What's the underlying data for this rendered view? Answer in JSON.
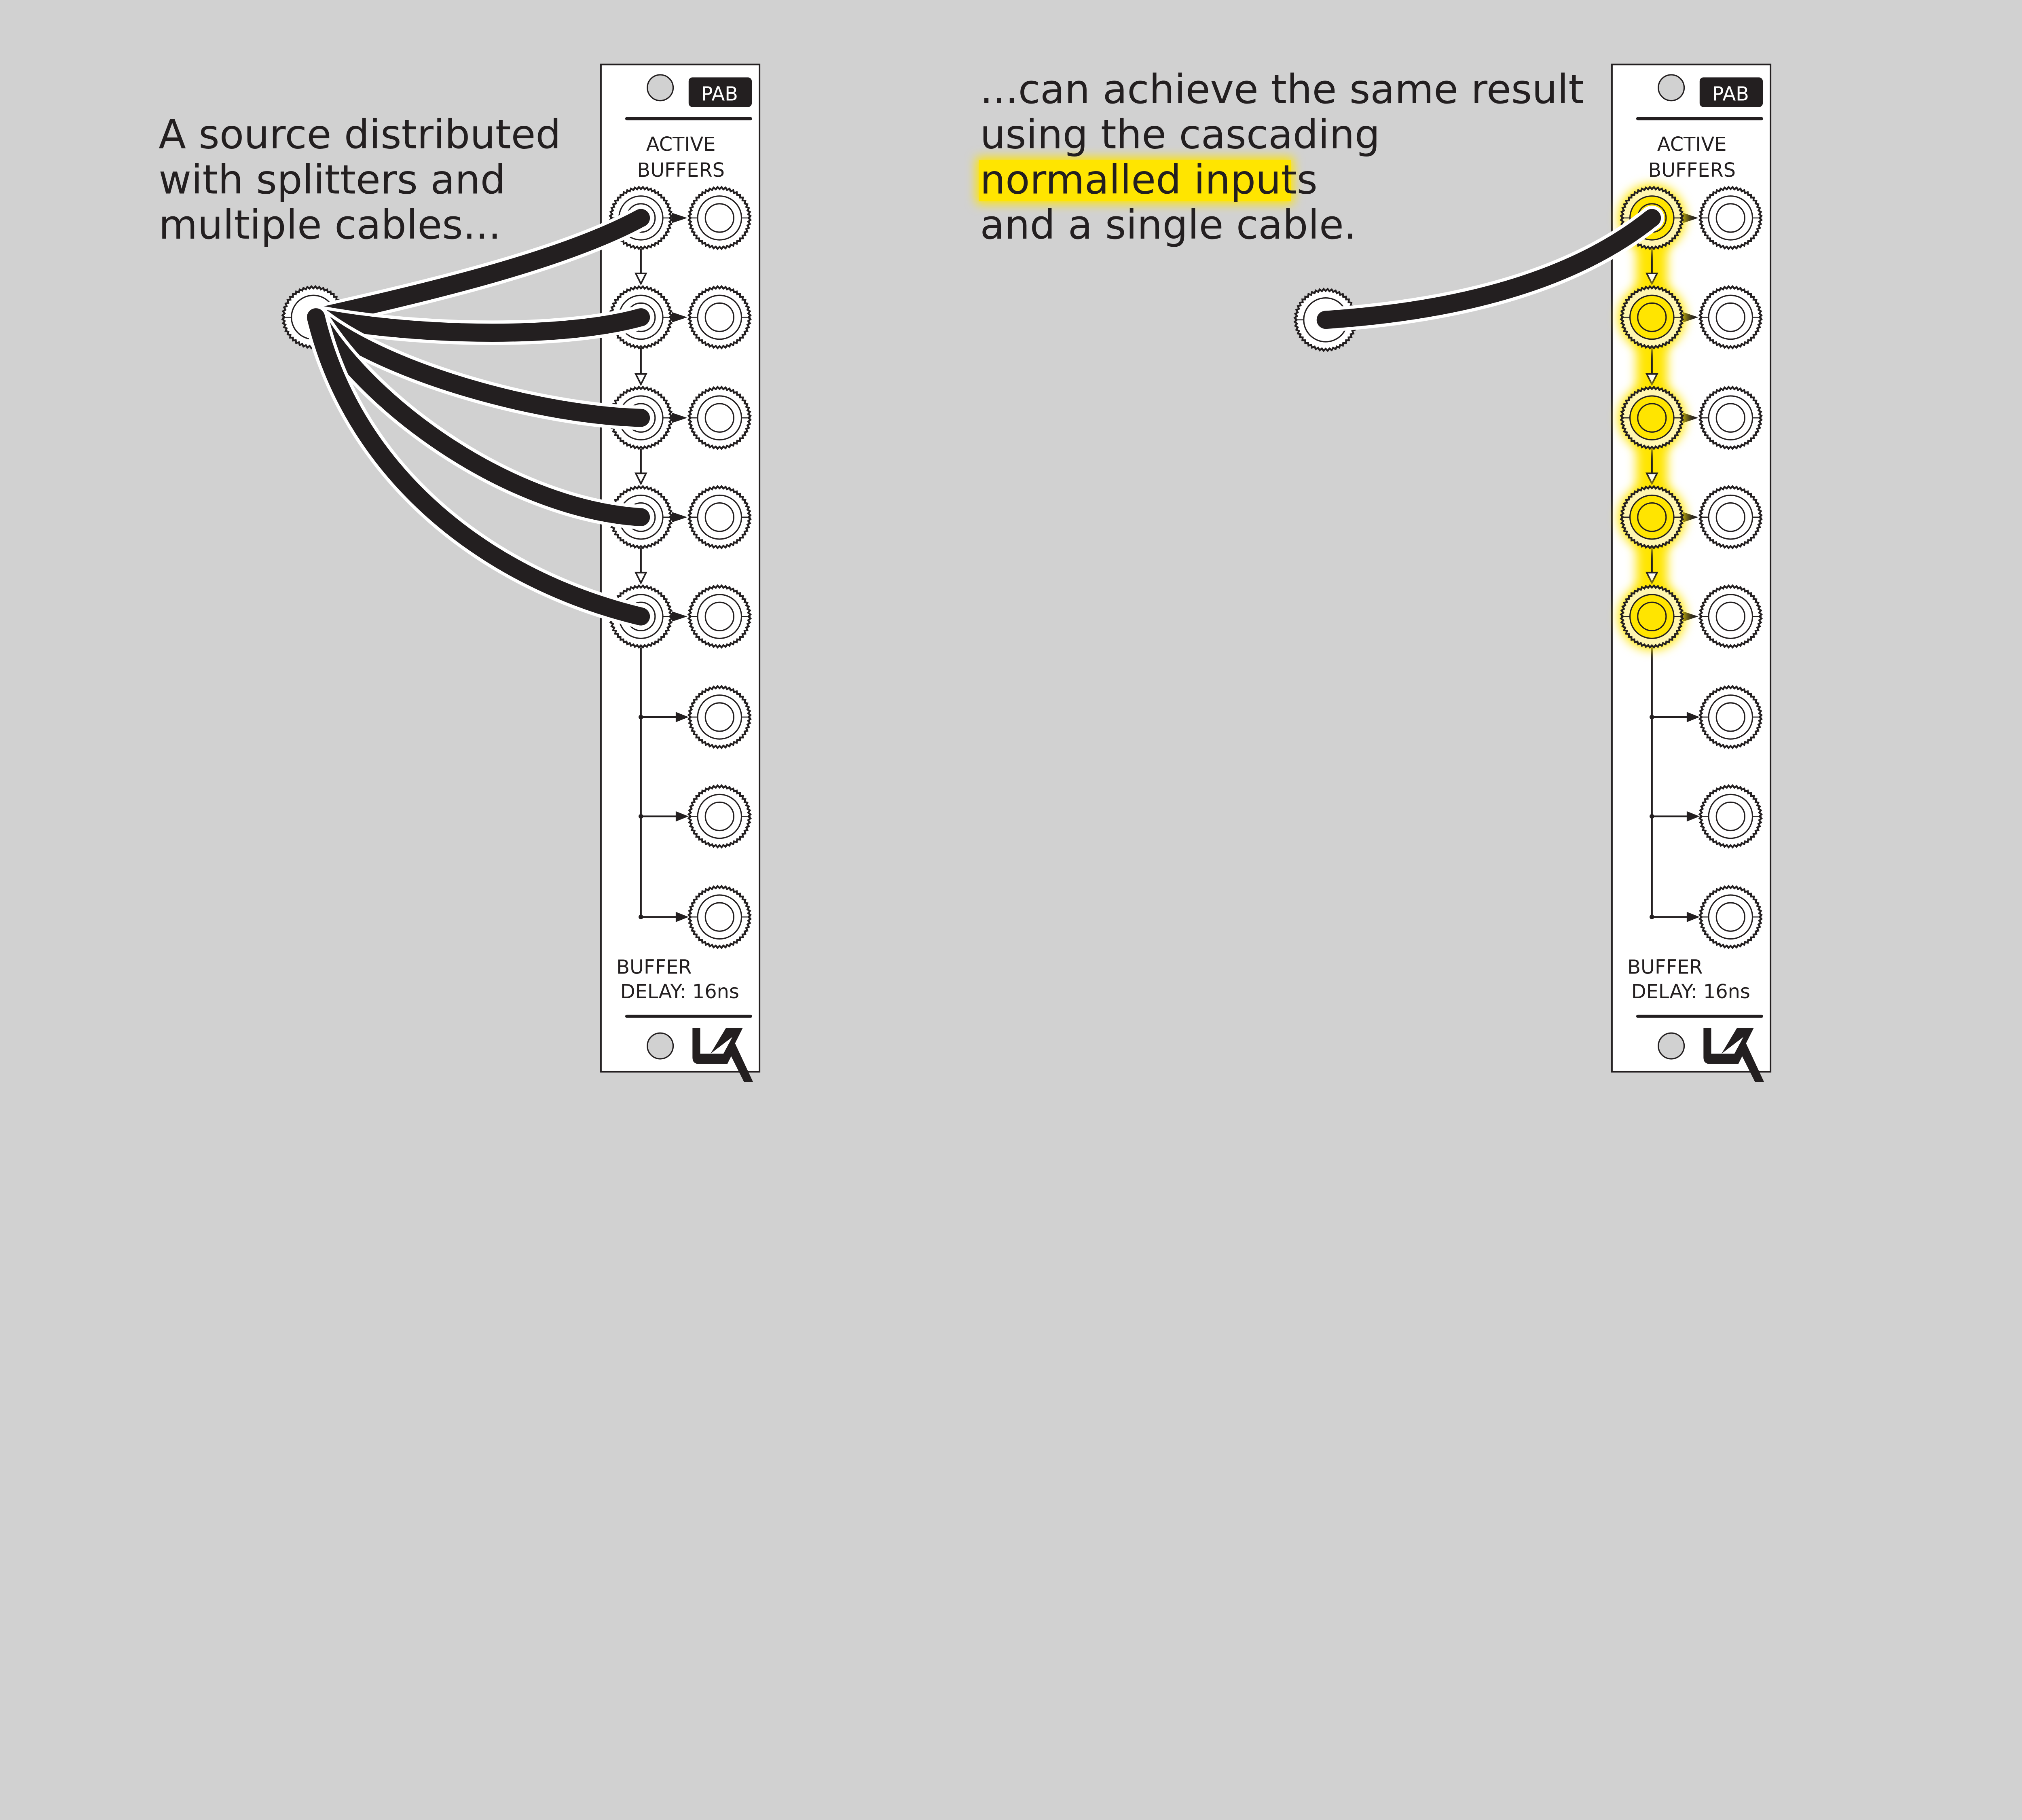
{
  "left_caption": [
    "A source distributed",
    "with splitters and",
    "multiple cables..."
  ],
  "right_caption": {
    "line1": "...can achieve the same result",
    "line2": "using the cascading",
    "highlight": "normalled inputs",
    "line4": "and a single cable."
  },
  "module": {
    "badge": "PAB",
    "title_line1": "ACTIVE",
    "title_line2": "BUFFERS",
    "footer_line1": "BUFFER",
    "footer_line2": "DELAY: 16ns",
    "logo": "LZX"
  },
  "colors": {
    "background": "#d1d1d1",
    "panel": "#ffffff",
    "ink": "#231f20",
    "highlight": "#ffe500"
  },
  "left_example": {
    "cables": 5,
    "highlighted_inputs": 0
  },
  "right_example": {
    "cables": 1,
    "highlighted_inputs": 5
  }
}
